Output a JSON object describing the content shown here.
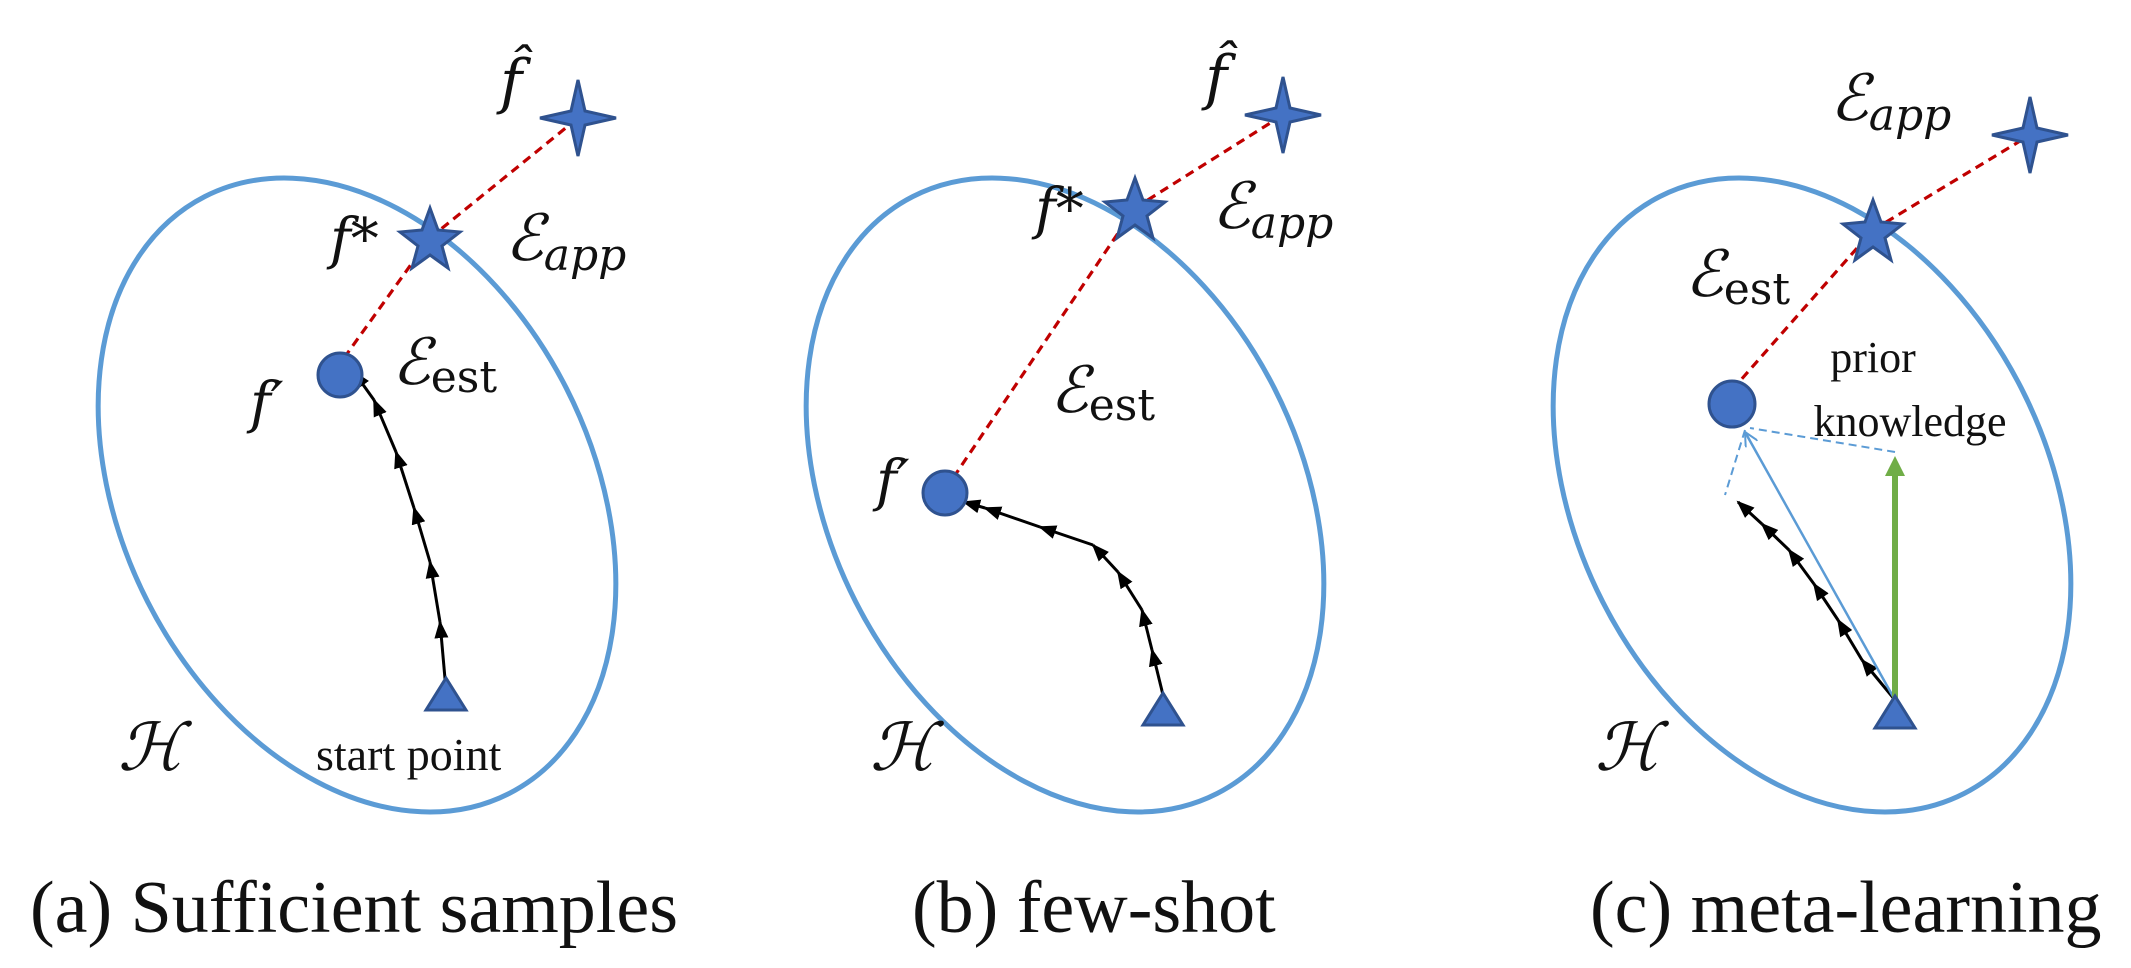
{
  "colors": {
    "hypothesis_space": "#5b9bd5",
    "node_fill": "#4472c4",
    "node_stroke": "#2f528f",
    "error_line": "#c00000",
    "prior_knowledge_arrow": "#70ad47"
  },
  "panels": [
    {
      "id": "a",
      "caption": "(a) Sufficient samples",
      "space_label": "ℋ",
      "f_hat_label": "f̂",
      "f_star_label": "f*",
      "f_prime_label": "f′",
      "e_app": {
        "symbol": "ℰ",
        "sub": "app"
      },
      "e_est": {
        "symbol": "ℰ",
        "sub": "est"
      },
      "start_label": "start point"
    },
    {
      "id": "b",
      "caption": "(b) few-shot",
      "space_label": "ℋ",
      "f_hat_label": "f̂",
      "f_star_label": "f*",
      "f_prime_label": "f′",
      "e_app": {
        "symbol": "ℰ",
        "sub": "app"
      },
      "e_est": {
        "symbol": "ℰ",
        "sub": "est"
      }
    },
    {
      "id": "c",
      "caption": "(c) meta-learning",
      "space_label": "ℋ",
      "e_app": {
        "symbol": "ℰ",
        "sub": "app"
      },
      "e_est": {
        "symbol": "ℰ",
        "sub": "est"
      },
      "prior_label_line1": "prior",
      "prior_label_line2": "knowledge"
    }
  ]
}
